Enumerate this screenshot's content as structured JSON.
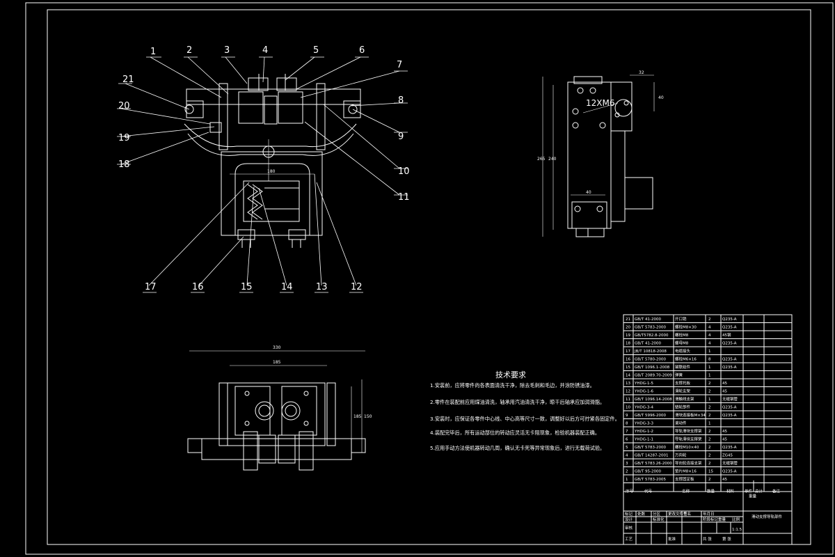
{
  "colors": {
    "background": "#000000",
    "line": "#ffffff"
  },
  "front_view": {
    "part_labels": [
      "1",
      "2",
      "3",
      "4",
      "5",
      "6",
      "7",
      "8",
      "9",
      "10",
      "11",
      "12",
      "13",
      "14",
      "15",
      "16",
      "17",
      "18",
      "19",
      "20",
      "21"
    ],
    "dim_width": "180"
  },
  "side_view": {
    "callout": "12XM6",
    "dim_top": "32",
    "dim_right": "40",
    "dim_height_outer": "265",
    "dim_height_inner": "240",
    "dim_bottom": "40"
  },
  "top_view": {
    "dim_overall": "330",
    "dim_inner": "185",
    "dim_right_1": "185",
    "dim_right_2": "150"
  },
  "tech_requirements": {
    "title": "技术要求",
    "items": [
      "1.安装前，应将零件的各表面清洗干净，除去毛刺和毛边，并涂防锈油漆。",
      "2.零件在装配前应用煤油清洗，轴承用汽油清洗干净，晾干后轴承应加润滑脂。",
      "3.安装时，应保证各零件中心线、中心高等尺寸一致，调整好以后方可拧紧各固定件。",
      "4.装配完毕后，所有运动部位的转动应灵活无卡阻现象，检验机器装配正确。",
      "5.应用手动方法使机器转动几周，确认无卡死等异常现象后，进行无载荷试验。"
    ]
  },
  "bom": {
    "rows": [
      {
        "no": "21",
        "code": "GB/T 41-2000",
        "name": "开口销",
        "qty": "2",
        "mat": "Q235-A"
      },
      {
        "no": "20",
        "code": "GB/T 5783-2000",
        "name": "螺栓M8×30",
        "qty": "4",
        "mat": "Q235-A"
      },
      {
        "no": "19",
        "code": "GB/T5782.8-2000",
        "name": "螺栓M8",
        "qty": "4",
        "mat": "45钢"
      },
      {
        "no": "18",
        "code": "GB/T 41-2000",
        "name": "螺母M8",
        "qty": "4",
        "mat": "Q235-A"
      },
      {
        "no": "17",
        "code": "JB/T 10818-2008",
        "name": "电缆接头",
        "qty": "1",
        "mat": ""
      },
      {
        "no": "16",
        "code": "GB/T 5780-2000",
        "name": "螺栓M6×16",
        "qty": "8",
        "mat": "Q235-A"
      },
      {
        "no": "15",
        "code": "GB/T 1096.1-2008",
        "name": "键联结件",
        "qty": "1",
        "mat": "Q235-A"
      },
      {
        "no": "14",
        "code": "GB/T 2089.70-2009",
        "name": "弹簧",
        "qty": "1",
        "mat": ""
      },
      {
        "no": "13",
        "code": "YHDG-1-5",
        "name": "支撑托板",
        "qty": "2",
        "mat": "45"
      },
      {
        "no": "12",
        "code": "YHDG-1-6",
        "name": "滑轮支架",
        "qty": "2",
        "mat": "45"
      },
      {
        "no": "11",
        "code": "GB/T 1096.14-2008",
        "name": "滑触线支架",
        "qty": "1",
        "mat": "无缝钢管"
      },
      {
        "no": "10",
        "code": "YHDG-3-4",
        "name": "链轮部件",
        "qty": "2",
        "mat": "Q235-A"
      },
      {
        "no": "9",
        "code": "GB/T 5996-2000",
        "name": "滑块连接板M×34",
        "qty": "2",
        "mat": "Q235-A"
      },
      {
        "no": "8",
        "code": "YHDG-3-3",
        "name": "滚动件",
        "qty": "1",
        "mat": ""
      },
      {
        "no": "7",
        "code": "YHDG-1-2",
        "name": "导轨滑块支撑架",
        "qty": "2",
        "mat": "45"
      },
      {
        "no": "6",
        "code": "YHDG-1-1",
        "name": "导轨滑块支撑架",
        "qty": "2",
        "mat": "45"
      },
      {
        "no": "5",
        "code": "GB/T 5783-2000",
        "name": "螺栓M10×40",
        "qty": "2",
        "mat": "Q235-A"
      },
      {
        "no": "4",
        "code": "GB/T 14287-2001",
        "name": "万向轮",
        "qty": "2",
        "mat": "ZG45"
      },
      {
        "no": "3",
        "code": "GB/T 5783.26-2000",
        "name": "导向轮连接支架",
        "qty": "2",
        "mat": "无缝钢管"
      },
      {
        "no": "2",
        "code": "GB/T 95-2000",
        "name": "垫片M8×16",
        "qty": "15",
        "mat": "Q235-A"
      },
      {
        "no": "1",
        "code": "GB/T 5783-2005",
        "name": "支撑固定板",
        "qty": "2",
        "mat": "45"
      }
    ],
    "header": {
      "no": "序号",
      "code": "代号",
      "name": "名称",
      "qty": "数量",
      "mat": "材料",
      "unit": "单件",
      "total": "总计",
      "weight": "重量",
      "note": "备注"
    }
  },
  "title_block": {
    "drawing_title": "滑动支撑导轨部件",
    "labels": [
      "标记",
      "处数",
      "分区",
      "更改文件号",
      "签名",
      "年月日",
      "设计",
      "标准化",
      "阶段标记",
      "重量",
      "比例",
      "审核",
      "工艺",
      "批准",
      "共 张",
      "第 张"
    ],
    "scale": "1:1.5"
  }
}
